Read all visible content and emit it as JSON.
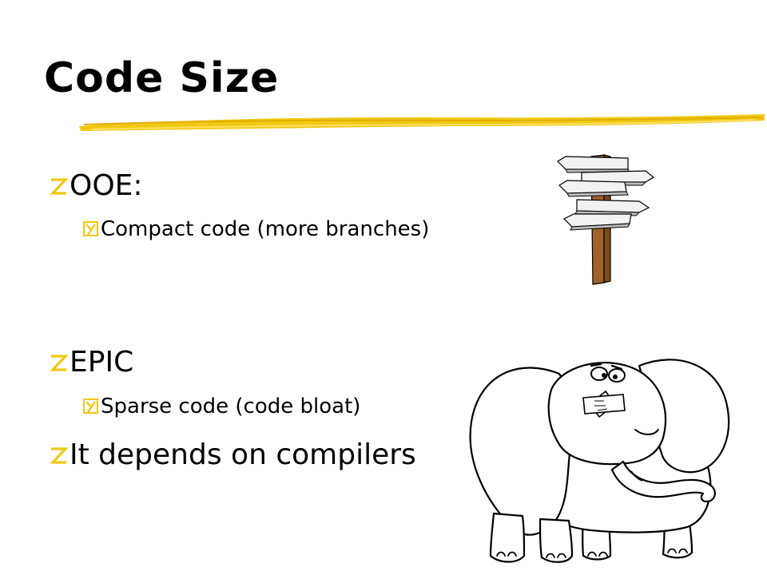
{
  "slide": {
    "title": "Code Size",
    "bullets": [
      {
        "level": 1,
        "text": "OOE:"
      },
      {
        "level": 2,
        "text": "Compact code (more branches)"
      },
      {
        "level": 1,
        "text": "EPIC"
      },
      {
        "level": 2,
        "text": "Sparse code (code bloat)"
      },
      {
        "level": 1,
        "text": "It depends on compilers"
      }
    ]
  },
  "colors": {
    "text": "#000000",
    "accent": "#F2C811",
    "post": "#A0612A"
  },
  "icons": {
    "level1_marker": "z-bullet-icon",
    "level2_marker": "y-checkbox-bullet-icon",
    "illustration_1": "signpost-icon",
    "illustration_2": "elephant-cartoon-icon"
  }
}
